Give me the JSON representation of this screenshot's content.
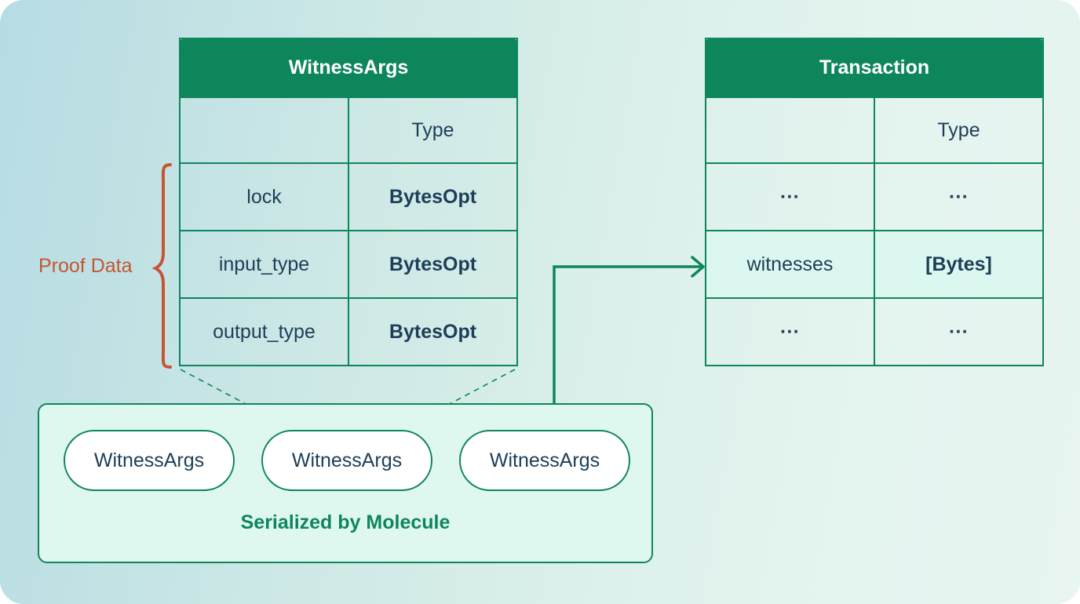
{
  "witness_args": {
    "title": "WitnessArgs",
    "type_header": "Type",
    "rows": [
      {
        "name": "lock",
        "type": "BytesOpt"
      },
      {
        "name": "input_type",
        "type": "BytesOpt"
      },
      {
        "name": "output_type",
        "type": "BytesOpt"
      }
    ]
  },
  "transaction": {
    "title": "Transaction",
    "type_header": "Type",
    "rows": [
      {
        "name": "···",
        "type": "···"
      },
      {
        "name": "witnesses",
        "type": "[Bytes]"
      },
      {
        "name": "···",
        "type": "···"
      }
    ]
  },
  "proof_label": "Proof Data",
  "molecule": {
    "items": [
      "WitnessArgs",
      "WitnessArgs",
      "WitnessArgs"
    ],
    "caption": "Serialized by Molecule"
  },
  "colors": {
    "green": "#0e865c",
    "proof_brace": "#c65533",
    "text": "#1d3e58"
  }
}
